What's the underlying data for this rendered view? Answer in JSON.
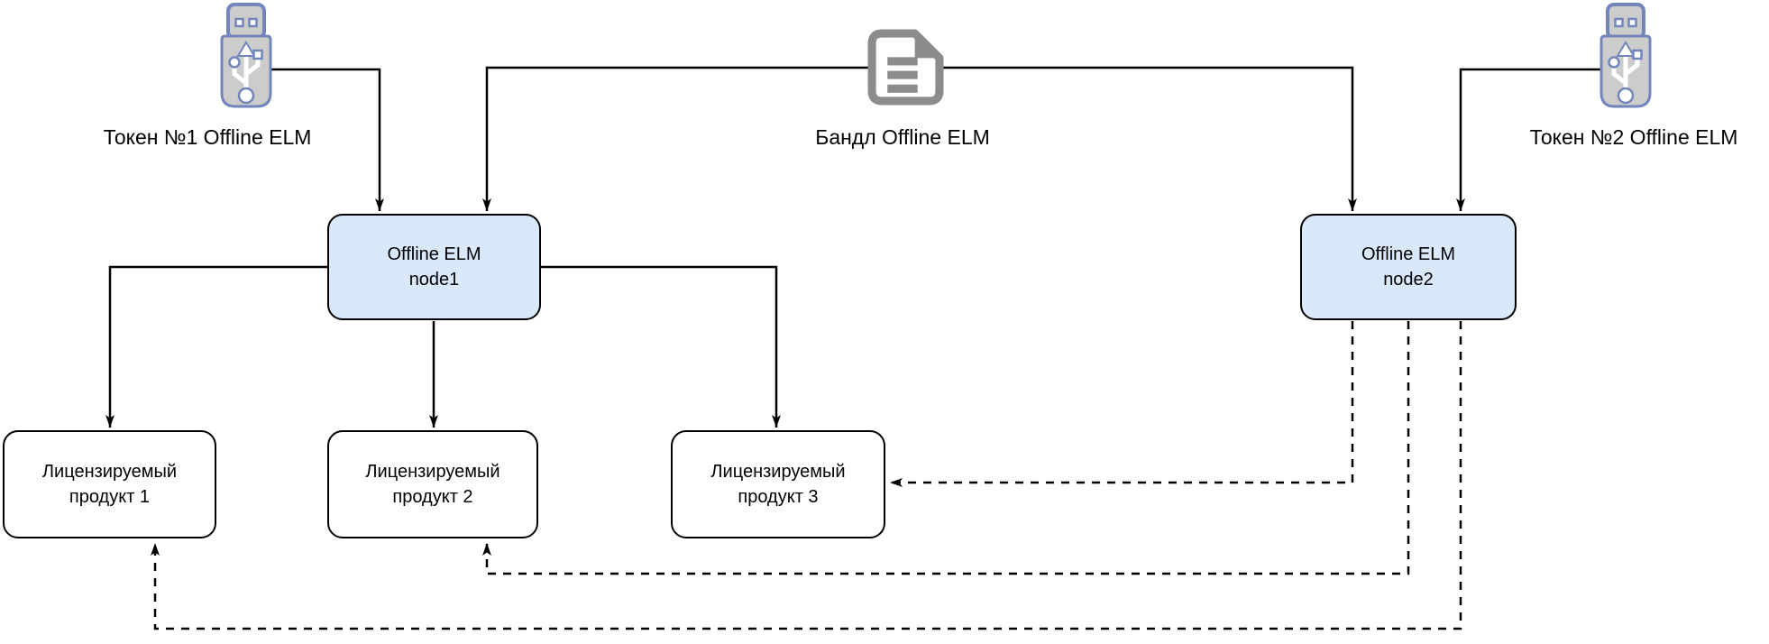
{
  "colors": {
    "node_fill": "#dae8fc",
    "line": "#000000",
    "usb_fill": "#cccccc",
    "usb_border": "#7386bb",
    "doc_gray": "#8c8c8c",
    "product_fill": "#ffffff"
  },
  "tokens": {
    "token1": {
      "label": "Токен №1 Offline ELM"
    },
    "token2": {
      "label": "Токен №2 Offline ELM"
    }
  },
  "bundle": {
    "label": "Бандл Offline ELM"
  },
  "nodes": {
    "node1": {
      "label": "Offline ELM\nnode1"
    },
    "node2": {
      "label": "Offline ELM\nnode2"
    }
  },
  "products": {
    "product1": {
      "label": "Лицензируемый\nпродукт 1"
    },
    "product2": {
      "label": "Лицензируемый\nпродукт 2"
    },
    "product3": {
      "label": "Лицензируемый\nпродукт 3"
    }
  },
  "edges": [
    {
      "from": "token1",
      "to": "node1",
      "style": "solid-arrow"
    },
    {
      "from": "bundle",
      "to": "node1",
      "style": "solid-arrow"
    },
    {
      "from": "bundle",
      "to": "node2",
      "style": "solid-arrow"
    },
    {
      "from": "token2",
      "to": "node2",
      "style": "solid-arrow"
    },
    {
      "from": "node1",
      "to": "product1",
      "style": "solid-arrow"
    },
    {
      "from": "node1",
      "to": "product2",
      "style": "solid-arrow"
    },
    {
      "from": "node1",
      "to": "product3",
      "style": "solid-arrow"
    },
    {
      "from": "node2",
      "to": "product3",
      "style": "dashed-arrow"
    },
    {
      "from": "node2",
      "to": "product2",
      "style": "dashed-arrow"
    },
    {
      "from": "node2",
      "to": "product1",
      "style": "dashed-arrow"
    }
  ]
}
